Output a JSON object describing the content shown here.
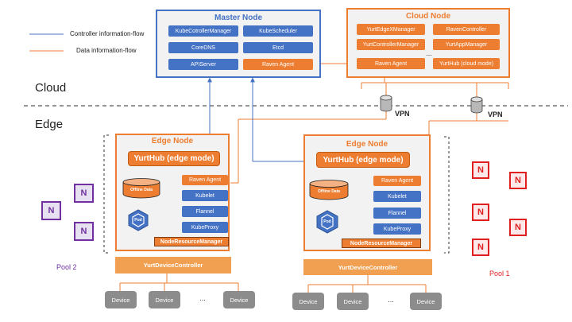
{
  "legend": {
    "controller_flow": "Controller information-flow",
    "data_flow": "Data information-flow"
  },
  "sections": {
    "cloud": "Cloud",
    "edge": "Edge"
  },
  "master_node": {
    "title": "Master Node",
    "components": [
      "KubeCotrollerManager",
      "KubeScheduler",
      "CoreDNS",
      "Etcd",
      "APIServer",
      "Raven Agent"
    ]
  },
  "cloud_node": {
    "title": "Cloud Node",
    "components": [
      "YurtEdgeXManager",
      "RavenController",
      "YurtControllerManager",
      "YurtAppManager",
      "Raven Agent",
      "YurtHub (cloud mode)"
    ],
    "ellipsis": "..."
  },
  "vpn": [
    "VPN",
    "VPN"
  ],
  "edge_nodes": [
    {
      "title": "Edge Node",
      "yurthub": "YurtHub (edge mode)",
      "offline": "Offline Data",
      "pod": "Pod",
      "components": [
        "Raven Agent",
        "Kubelet",
        "Flannel",
        "KubeProxy"
      ],
      "nrm": "NodeResourceManager",
      "controller": "YurtDeviceController",
      "devices": [
        "Device",
        "Device",
        "Device"
      ],
      "ellipsis": "..."
    },
    {
      "title": "Edge Node",
      "yurthub": "YurtHub (edge mode)",
      "offline": "Offline Data",
      "pod": "Pod",
      "components": [
        "Raven Agent",
        "Kubelet",
        "Flannel",
        "KubeProxy"
      ],
      "nrm": "NodeResourceManager",
      "controller": "YurtDeviceController",
      "devices": [
        "Device",
        "Device",
        "Device"
      ],
      "ellipsis": "..."
    }
  ],
  "pool2": {
    "label": "Pool 2",
    "node": "N"
  },
  "pool1": {
    "label": "Pool 1",
    "node": "N"
  },
  "colors": {
    "controller_flow": "#4472c4",
    "data_flow": "#ed7d31",
    "pool2": "#7030a0",
    "pool1": "#e02020"
  }
}
